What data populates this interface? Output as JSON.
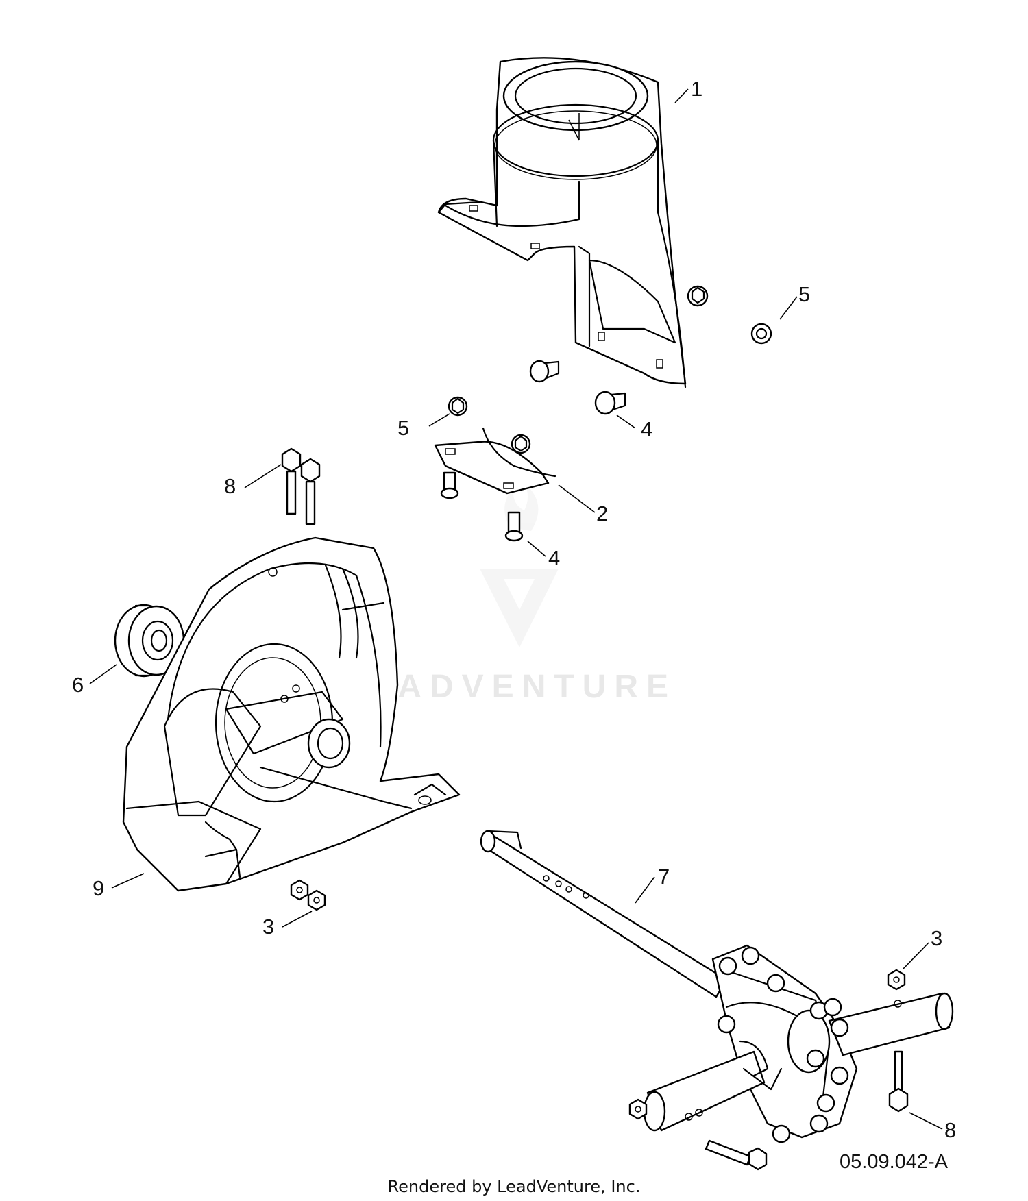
{
  "callouts": {
    "c1": "1",
    "c2": "2",
    "c3a": "3",
    "c3b": "3",
    "c4a": "4",
    "c4b": "4",
    "c5a": "5",
    "c5b": "5",
    "c6": "6",
    "c7": "7",
    "c8a": "8",
    "c8b": "8",
    "c9": "9"
  },
  "watermark": {
    "text": "LEADVENTURE"
  },
  "drawing_code": "05.09.042-A",
  "footer": "Rendered by LeadVenture, Inc."
}
